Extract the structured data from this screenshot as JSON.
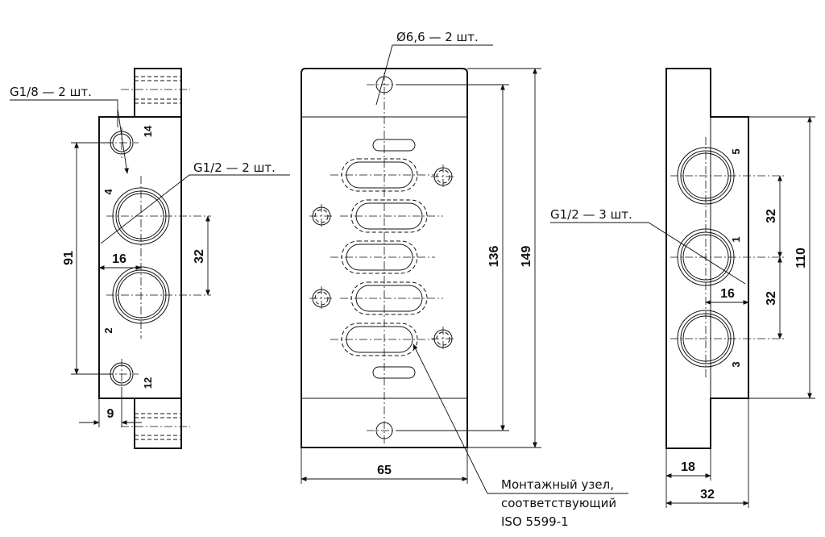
{
  "callouts": {
    "g18": "G1/8 — 2 шт.",
    "g12_left": "G1/2 — 2 шт.",
    "hole": "Ø6,6 — 2 шт.",
    "g12_right": "G1/2 — 3 шт.",
    "mount_line1": "Монтажный узел,",
    "mount_line2": "соответствующий",
    "mount_line3": "ISO 5599-1"
  },
  "dimensions": {
    "d91": "91",
    "d16_left": "16",
    "d32_left": "32",
    "d9": "9",
    "d136": "136",
    "d149": "149",
    "d65": "65",
    "d32_r1": "32",
    "d32_r2": "32",
    "d16_right": "16",
    "d110": "110",
    "d18": "18",
    "d32_bottom": "32"
  },
  "ports": {
    "p14": "14",
    "p4": "4",
    "p2": "2",
    "p12": "12",
    "p5": "5",
    "p1": "1",
    "p3": "3"
  }
}
